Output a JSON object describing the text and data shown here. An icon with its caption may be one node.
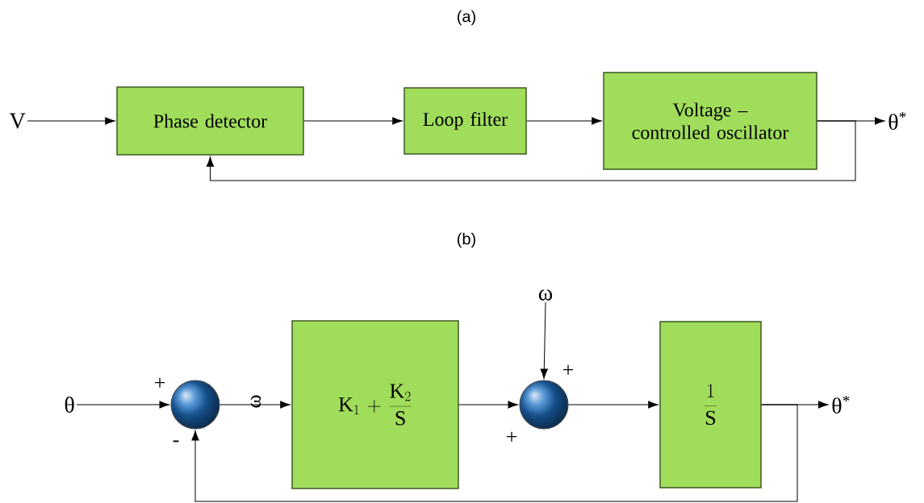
{
  "diagram": {
    "nodes": [
      {
        "text": [
          "V"
        ]
      },
      {
        "text": [
          "Phase detector"
        ]
      },
      {
        "text": [
          "Loop filter"
        ]
      },
      {
        "text": [
          "Voltage – controlled oscillator"
        ]
      },
      {
        "text": [
          "θ$^{*}$"
        ]
      },
      {
        "text": [
          "θ"
        ]
      },
      {
        "text": [],
        "shape": "circle"
      },
      {
        "text": [
          "\\mathrm{K}_{1}+\\frac{\\mathrm{K}_{2}}{\\mathrm{S}}"
        ]
      },
      {
        "text": [
          "ω"
        ]
      },
      {
        "text": [],
        "shape": "circle"
      },
      {
        "text": [
          "\\frac{1}{\\mathrm{S}}"
        ]
      },
      {
        "text": [
          "θ$^{*}$"
        ]
      }
    ],
    "edges": [
      {
        "from": 0,
        "to": 1,
        "arrow": "to"
      },
      {
        "from": 1,
        "to": 2,
        "arrow": "to"
      },
      {
        "from": 2,
        "to": 3,
        "arrow": "to"
      },
      {
        "from": 3,
        "to": 4,
        "arrow": "to"
      },
      {
        "from": 3,
        "to": 1,
        "arrow": "to"
      },
      {
        "from": 5,
        "to": 6,
        "arrow": "to"
      },
      {
        "from": 6,
        "to": 7,
        "arrow": "to",
        "label": "ω"
      },
      {
        "from": 7,
        "to": 9,
        "arrow": "to"
      },
      {
        "from": 8,
        "to": 9,
        "arrow": "to"
      },
      {
        "from": 9,
        "to": 10,
        "arrow": "to"
      },
      {
        "from": 10,
        "to": 11,
        "arrow": "to"
      },
      {
        "from": 10,
        "to": 6,
        "arrow": "to"
      }
    ],
    "labels": [
      "(a)",
      "(b)",
      "+",
      "-",
      "+",
      "+"
    ]
  }
}
